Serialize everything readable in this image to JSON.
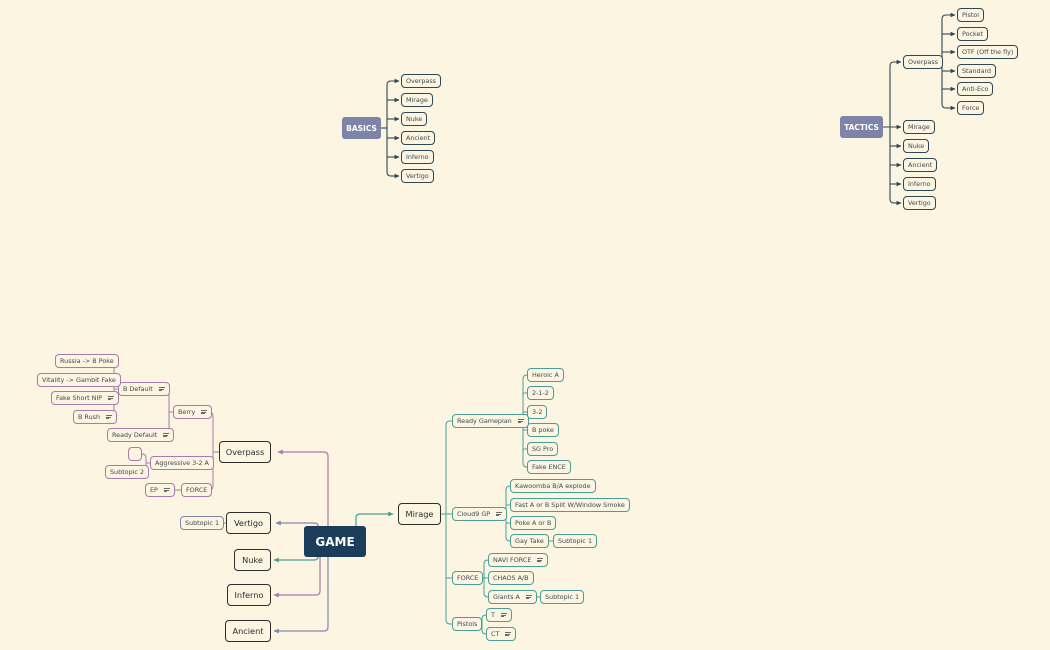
{
  "colors": {
    "background": "#fbf5e2",
    "game_root": "#1b3d5a",
    "basics_root": "#7d84a8",
    "tactics_root": "#7d84a8",
    "slate": "#2f4858",
    "purple": "#a87bab",
    "teal": "#4b9e96",
    "blue": "#7f88ad"
  },
  "basics": {
    "label": "BASICS",
    "children": [
      "Overpass",
      "Mirage",
      "Nuke",
      "Ancient",
      "Inferno",
      "Vertigo"
    ]
  },
  "tactics": {
    "label": "TACTICS",
    "overpass": {
      "label": "Overpass",
      "children": [
        "Pistol",
        "Pocket",
        "OTF (Off the fly)",
        "Standard",
        "Anti-Eco",
        "Force"
      ]
    },
    "children": [
      "Mirage",
      "Nuke",
      "Ancient",
      "Inferno",
      "Vertigo"
    ]
  },
  "game": {
    "label": "GAME",
    "overpass": {
      "label": "Overpass",
      "berry": "Berry",
      "b_default": "B Default",
      "b_default_children": [
        "Russia -> B Poke",
        "Vitality -> Gambit Fake",
        "Fake Short NIP",
        "B Rush"
      ],
      "ready_default": "Ready Default",
      "aggressive": "Aggressive 3-2 A",
      "aggressive_children": [
        "",
        "Subtopic 2"
      ],
      "force": "FORCE",
      "ep": "EP"
    },
    "vertigo": {
      "label": "Vertigo",
      "child": "Subtopic 1"
    },
    "nuke": {
      "label": "Nuke"
    },
    "inferno": {
      "label": "Inferno"
    },
    "ancient": {
      "label": "Ancient"
    },
    "mirage": {
      "label": "Mirage",
      "ready_gameplan": "Ready Gameplan",
      "ready_children": [
        "Heroic A",
        "2-1-2",
        "3-2",
        "B poke",
        "SG Pro",
        "Fake ENCE"
      ],
      "cloud9": "Cloud9 GP",
      "cloud9_children": [
        "Kawoomba B/A explode",
        "Fast A or B Split W/Window Smoke",
        "Poke A or B",
        "Gay Take"
      ],
      "gay_take_child": "Subtopic 1",
      "force": "FORCE",
      "force_children": [
        "NAVI FORCE",
        "CHAOS A/B",
        "Giants A"
      ],
      "giants_child": "Subtopic 1",
      "pistols": "Pistols",
      "pistols_children": [
        "T",
        "CT"
      ]
    }
  }
}
